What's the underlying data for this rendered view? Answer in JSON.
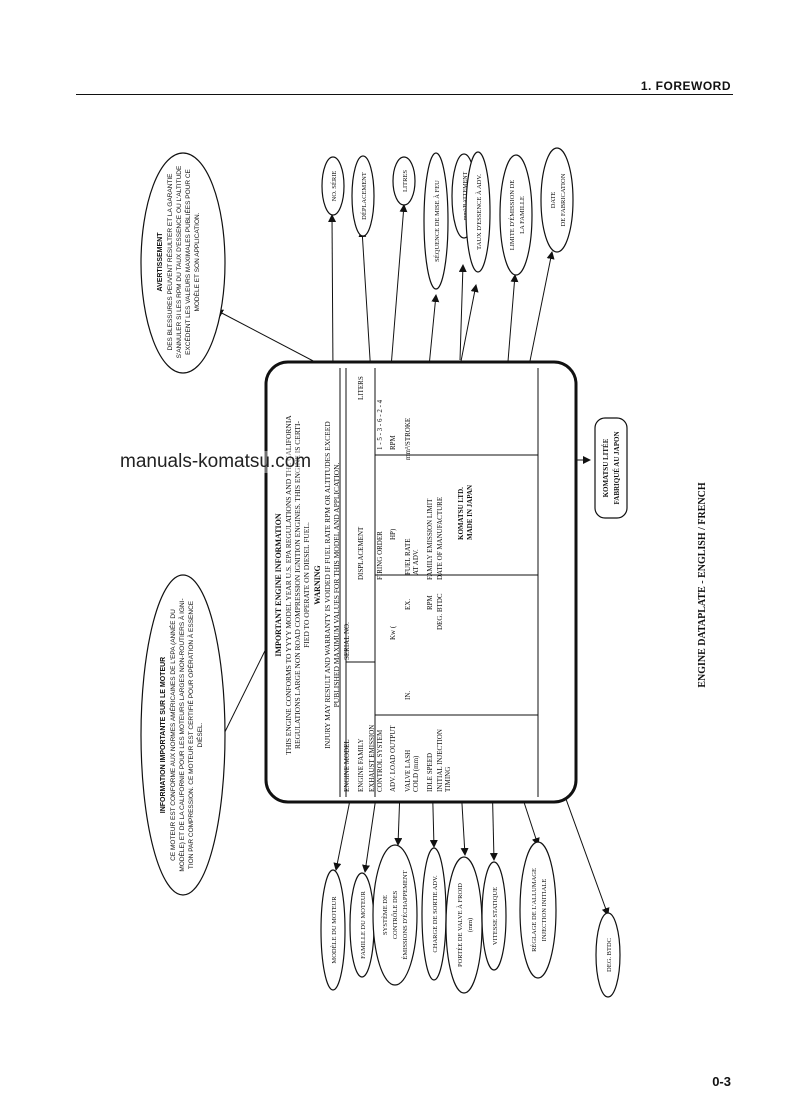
{
  "header": {
    "section_title": "1. FOREWORD"
  },
  "page_number": "0-3",
  "watermark": "manuals-komatsu.com",
  "caption": "ENGINE DATAPLATE - ENGLISH / FRENCH",
  "plate": {
    "heading": "IMPORTANT ENGINE INFORMATION",
    "conformity_lines": [
      "THIS ENGINE CONFORMS TO YYYY MODEL YEAR U.S. EPA REGULATIONS AND THE CALIFORNIA",
      "REGULATIONS LARGE NON ROAD COMPRESSION IGNITION ENGINES. THIS ENGINE IS CERTI-",
      "FIED TO OPERATE ON DIESEL FUEL."
    ],
    "warning_title": "WARNING",
    "warning_lines": [
      "INJURY MAY RESULT AND WARRANTY IS VOIDED IF FUEL RATE RPM OR ALTITUDES EXCEED",
      "PUBLISHED MAXIMUM VALUES FOR THIS MODEL AND APPLICATION."
    ],
    "rows": [
      {
        "label": "ENGINE MODEL",
        "right_label": "SERIAL NO.",
        "right_value": ""
      },
      {
        "label": "ENGINE FAMILY",
        "right_label": "DISPLACEMENT",
        "right_value": "LITERS"
      },
      {
        "label": "EXHAUST EMISSION",
        "label2": "CONTROL SYSTEM",
        "right_label": "FIRING ORDER",
        "right_value": "1 - 5 - 3 - 6 - 2 - 4"
      },
      {
        "label": "ADV. LOAD OUTPUT",
        "mid": "Kw (",
        "mid2": "HP)",
        "right_value": "RPM"
      },
      {
        "label": "VALVE LASH",
        "label2": "COLD (mm)",
        "mid": "IN.",
        "mid2": "EX.",
        "right_label": "FUEL RATE",
        "right_label2": "AT ADV.",
        "right_value": "mm³/STROKE"
      },
      {
        "label": "IDLE SPEED",
        "mid": "RPM",
        "right_label": "FAMILY EMISSION LIMIT"
      },
      {
        "label": "INITIAL INJECTION",
        "label2": "TIMING",
        "mid": "DEG. BTDC",
        "right_label": "DATE OF MANUFACTURE"
      }
    ],
    "maker": "KOMATSU LTD.",
    "made_in": "MADE IN JAPAN"
  },
  "callouts": {
    "avertissement": {
      "title": "AVERTISSEMENT",
      "lines": [
        "DES BLESSURES PEUVENT RÉSULTER ET LA GARANTIE",
        "S'ANNULER SI LES RPM DU TAUX D'ESSENCE OU L'ALTITUDE",
        "EXCÉDENT LES VALEURS MAXIMALES PUBLIÉES POUR CE",
        "MODÈLE ET SON APPLICATION."
      ]
    },
    "information": {
      "title": "INFORMATION IMPORTANTE SUR LE MOTEUR",
      "lines": [
        "CE MOTEUR EST CONFORME AUX NORMES AMÉRICAINES DE L'EPA (ANNÉE DU",
        "MODÈLE) ET DE LA CALIFORNIE POUR LES MOTEURS LARGES NON-ROUTIERS À IGNI-",
        "TION PAR COMPRESSION. CE MOTEUR EST CERTIFIÉ POUR OPÉRATION À ESSENCE",
        "DIÉSEL."
      ]
    },
    "top": [
      {
        "id": "no-serie",
        "lines": [
          "NO. SÉRIE"
        ]
      },
      {
        "id": "deplacement",
        "lines": [
          "DÉPLACEMENT"
        ]
      },
      {
        "id": "litres",
        "lines": [
          "LITRES"
        ]
      },
      {
        "id": "sequence",
        "lines": [
          "SÉQUENCE DE MISE À FEU"
        ]
      },
      {
        "id": "battement",
        "lines": [
          "mm³/BATTEMENT"
        ]
      },
      {
        "id": "taux",
        "lines": [
          "TAUX D'ESSENCE À ADV."
        ]
      },
      {
        "id": "limite",
        "lines": [
          "LIMITE D'ÉMISSION DE",
          "LA FAMILLE"
        ]
      },
      {
        "id": "date",
        "lines": [
          "DATE",
          "DE FABRICATION"
        ]
      }
    ],
    "komatsu_box": {
      "lines": [
        "KOMATSU LITÉE",
        "FABRIQUÉ AU JAPON"
      ]
    },
    "bottom": [
      {
        "id": "modele",
        "lines": [
          "MODÈLE DU MOTEUR"
        ]
      },
      {
        "id": "famille",
        "lines": [
          "FAMILLE DU MOTEUR"
        ]
      },
      {
        "id": "systeme",
        "lines": [
          "SYSTÈME DE",
          "CONTRÔLE DES",
          "ÉMISSIONS D'ÉCHAPPEMENT"
        ]
      },
      {
        "id": "charge",
        "lines": [
          "CHARGE DE SORTIE ADV."
        ]
      },
      {
        "id": "portee",
        "lines": [
          "PORTÉE DE VALVE À FROID",
          "(mm)"
        ]
      },
      {
        "id": "vitesse",
        "lines": [
          "VITESSE STATIQUE"
        ]
      },
      {
        "id": "reglage",
        "lines": [
          "RÉGLAGE DE L'ALLUMAGE",
          "INJECTION INITIALE"
        ]
      },
      {
        "id": "deg",
        "lines": [
          "DEG. BTDC"
        ]
      }
    ]
  }
}
